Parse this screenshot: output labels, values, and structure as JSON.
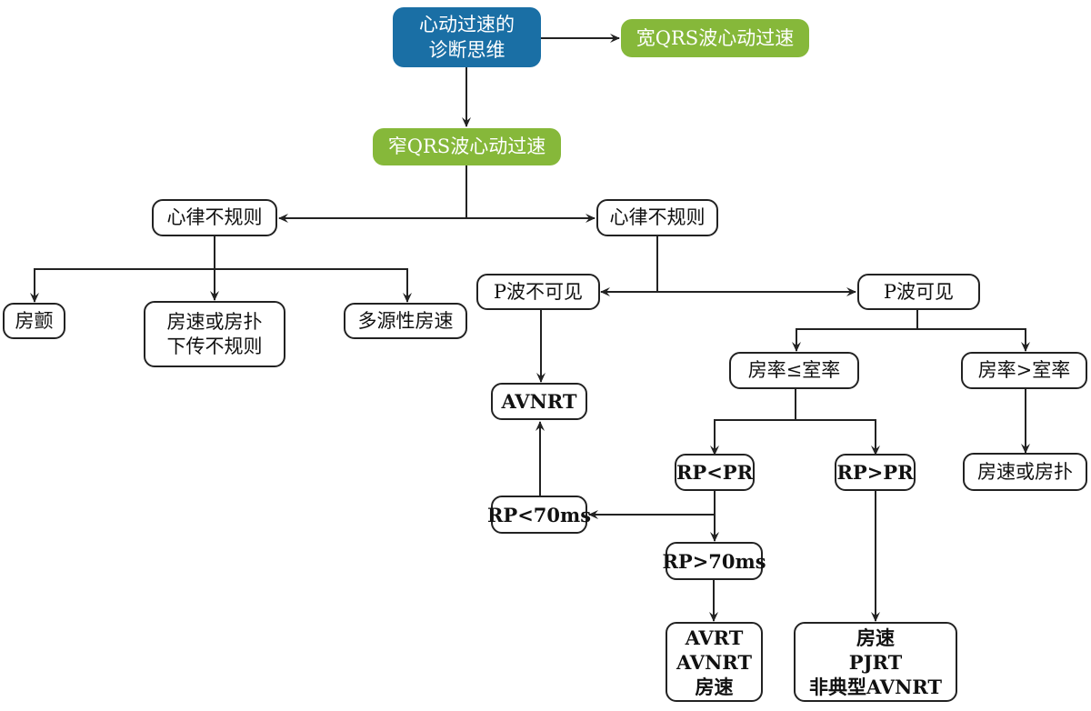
{
  "colors": {
    "root": "#1a6fa5",
    "category": "#86b83a",
    "line": "#222222"
  },
  "nodes": {
    "root": {
      "lines": [
        "心动过速的",
        "诊断思维"
      ]
    },
    "wide_qrs": {
      "lines": [
        "宽QRS波心动过速"
      ]
    },
    "narrow_qrs": {
      "lines": [
        "窄QRS波心动过速"
      ]
    },
    "irregular": {
      "lines": [
        "心律不规则"
      ]
    },
    "regular": {
      "lines": [
        "心律不规则"
      ]
    },
    "af": {
      "lines": [
        "房颤"
      ]
    },
    "at_afl_irregular": {
      "lines": [
        "房速或房扑",
        "下传不规则"
      ]
    },
    "multifocal_at": {
      "lines": [
        "多源性房速"
      ]
    },
    "p_invisible": {
      "lines": [
        "P波不可见"
      ]
    },
    "p_visible": {
      "lines": [
        "P波可见"
      ]
    },
    "avnrt": {
      "lines": [
        "AVNRT"
      ]
    },
    "a_le_v": {
      "lines": [
        "房率≤室率"
      ]
    },
    "a_gt_v": {
      "lines": [
        "房率>室率"
      ]
    },
    "rp_lt_pr": {
      "lines": [
        "RP<PR"
      ]
    },
    "rp_gt_pr": {
      "lines": [
        "RP>PR"
      ]
    },
    "at_or_afl": {
      "lines": [
        "房速或房扑"
      ]
    },
    "rp_lt_70": {
      "lines": [
        "RP<70ms"
      ]
    },
    "rp_gt_70": {
      "lines": [
        "RP>70ms"
      ]
    },
    "result_short_rp": {
      "lines": [
        "AVRT",
        "AVNRT",
        "房速"
      ]
    },
    "result_long_rp": {
      "lines": [
        "房速",
        "PJRT",
        "非典型AVNRT"
      ]
    }
  }
}
